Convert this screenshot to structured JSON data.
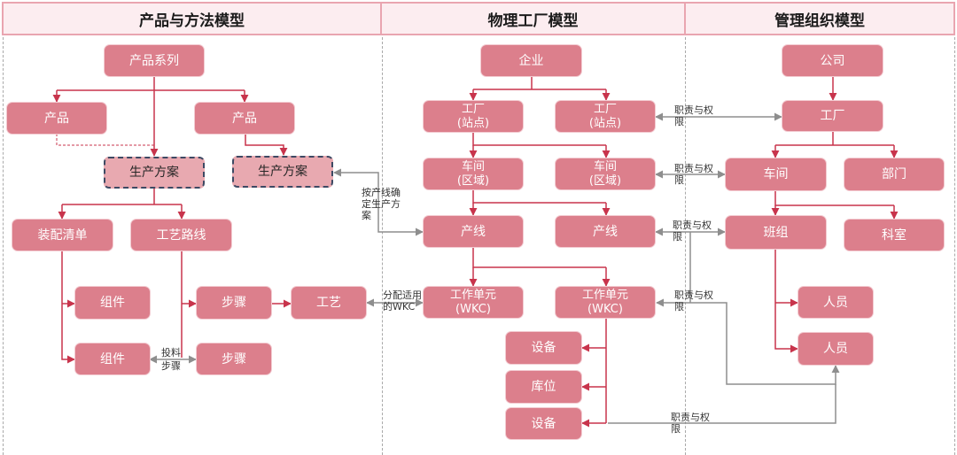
{
  "headers": {
    "product": "产品与方法模型",
    "factory": "物理工厂模型",
    "org": "管理组织模型"
  },
  "product": {
    "family": "产品系列",
    "product_a": "产品",
    "product_b": "产品",
    "plan_a": "生产方案",
    "plan_b": "生产方案",
    "bom": "装配清单",
    "routing": "工艺路线",
    "component_1": "组件",
    "component_2": "组件",
    "step_1": "步骤",
    "step_2": "步骤",
    "process": "工艺"
  },
  "factory": {
    "enterprise": "企业",
    "site_a": {
      "line1": "工厂",
      "line2": "(站点)"
    },
    "site_b": {
      "line1": "工厂",
      "line2": "(站点)"
    },
    "workshop_a": {
      "line1": "车间",
      "line2": "(区域)"
    },
    "workshop_b": {
      "line1": "车间",
      "line2": "(区域)"
    },
    "line_a": "产线",
    "line_b": "产线",
    "wkc_a": {
      "line1": "工作单元",
      "line2": "(WKC)"
    },
    "wkc_b": {
      "line1": "工作单元",
      "line2": "(WKC)"
    },
    "equipment_1": "设备",
    "storage": "库位",
    "equipment_2": "设备"
  },
  "org": {
    "company": "公司",
    "plant": "工厂",
    "workshop": "车间",
    "department": "部门",
    "team": "班组",
    "office": "科室",
    "staff_1": "人员",
    "staff_2": "人员"
  },
  "relations": {
    "feed_step": [
      "投料",
      "步骤"
    ],
    "assign_wkc": [
      "分配适用",
      "的WKC"
    ],
    "line_plan": [
      "按产线确",
      "定生产方",
      "案"
    ],
    "authority_plant": [
      "职责与权",
      "限"
    ],
    "authority_workshop": [
      "职责与权",
      "限"
    ],
    "authority_team": [
      "职责与权",
      "限"
    ],
    "authority_wkc": [
      "职责与权",
      "限"
    ],
    "authority_equipment": [
      "职责与权",
      "限"
    ]
  },
  "colors": {
    "node_fill": "#dc7f8c",
    "plan_fill": "#e8a9b0",
    "header_fill": "#fcedf0",
    "hierarchy_line": "#c8344c",
    "relation_line": "#8e8e8e"
  }
}
